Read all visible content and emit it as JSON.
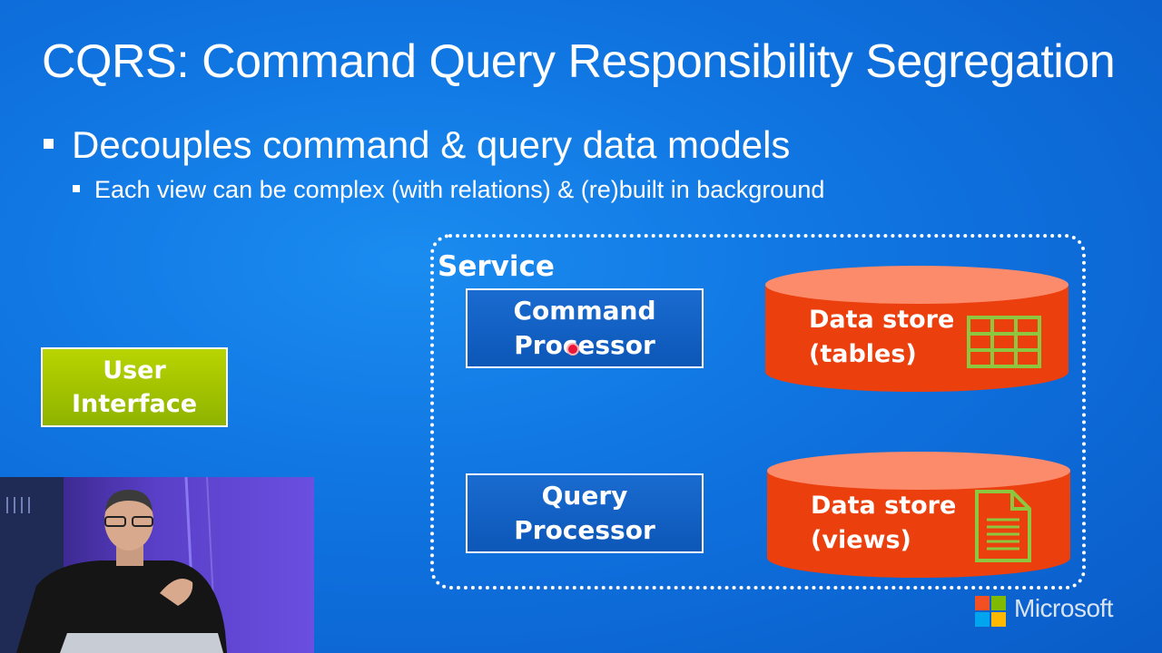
{
  "slide": {
    "title": "CQRS: Command Query Responsibility Segregation",
    "bullet_1": "Decouples command & query data models",
    "bullet_2": "Each view can be complex (with relations) & (re)built in background"
  },
  "diagram": {
    "service_label": "Service",
    "user_interface": {
      "line1": "User",
      "line2": "Interface"
    },
    "command_processor": {
      "line1": "Command",
      "line2": "Processor"
    },
    "query_processor": {
      "line1": "Query",
      "line2": "Processor"
    },
    "data_store_tables": {
      "line1": "Data store",
      "line2": "(tables)",
      "icon": "table-grid-icon"
    },
    "data_store_views": {
      "line1": "Data store",
      "line2": "(views)",
      "icon": "document-icon"
    }
  },
  "branding": {
    "logo_text": "Microsoft",
    "logo_colors": [
      "#f25022",
      "#7fba00",
      "#00a4ef",
      "#ffb900"
    ]
  },
  "colors": {
    "background": "#0f73e0",
    "ui_box": "#a6c400",
    "database": "#ec3f0e",
    "database_top": "#fb8b6b",
    "icon_green": "#8dc63f"
  }
}
